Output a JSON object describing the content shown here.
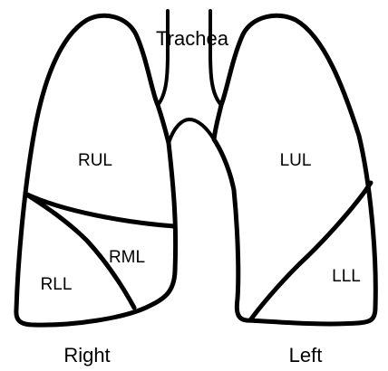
{
  "labels": {
    "trachea": "Trachea",
    "rul": "RUL",
    "rml": "RML",
    "rll": "RLL",
    "lul": "LUL",
    "lll": "LLL",
    "right": "Right",
    "left": "Left"
  },
  "colors": {
    "outline": "#000000",
    "background": "#ffffff"
  }
}
